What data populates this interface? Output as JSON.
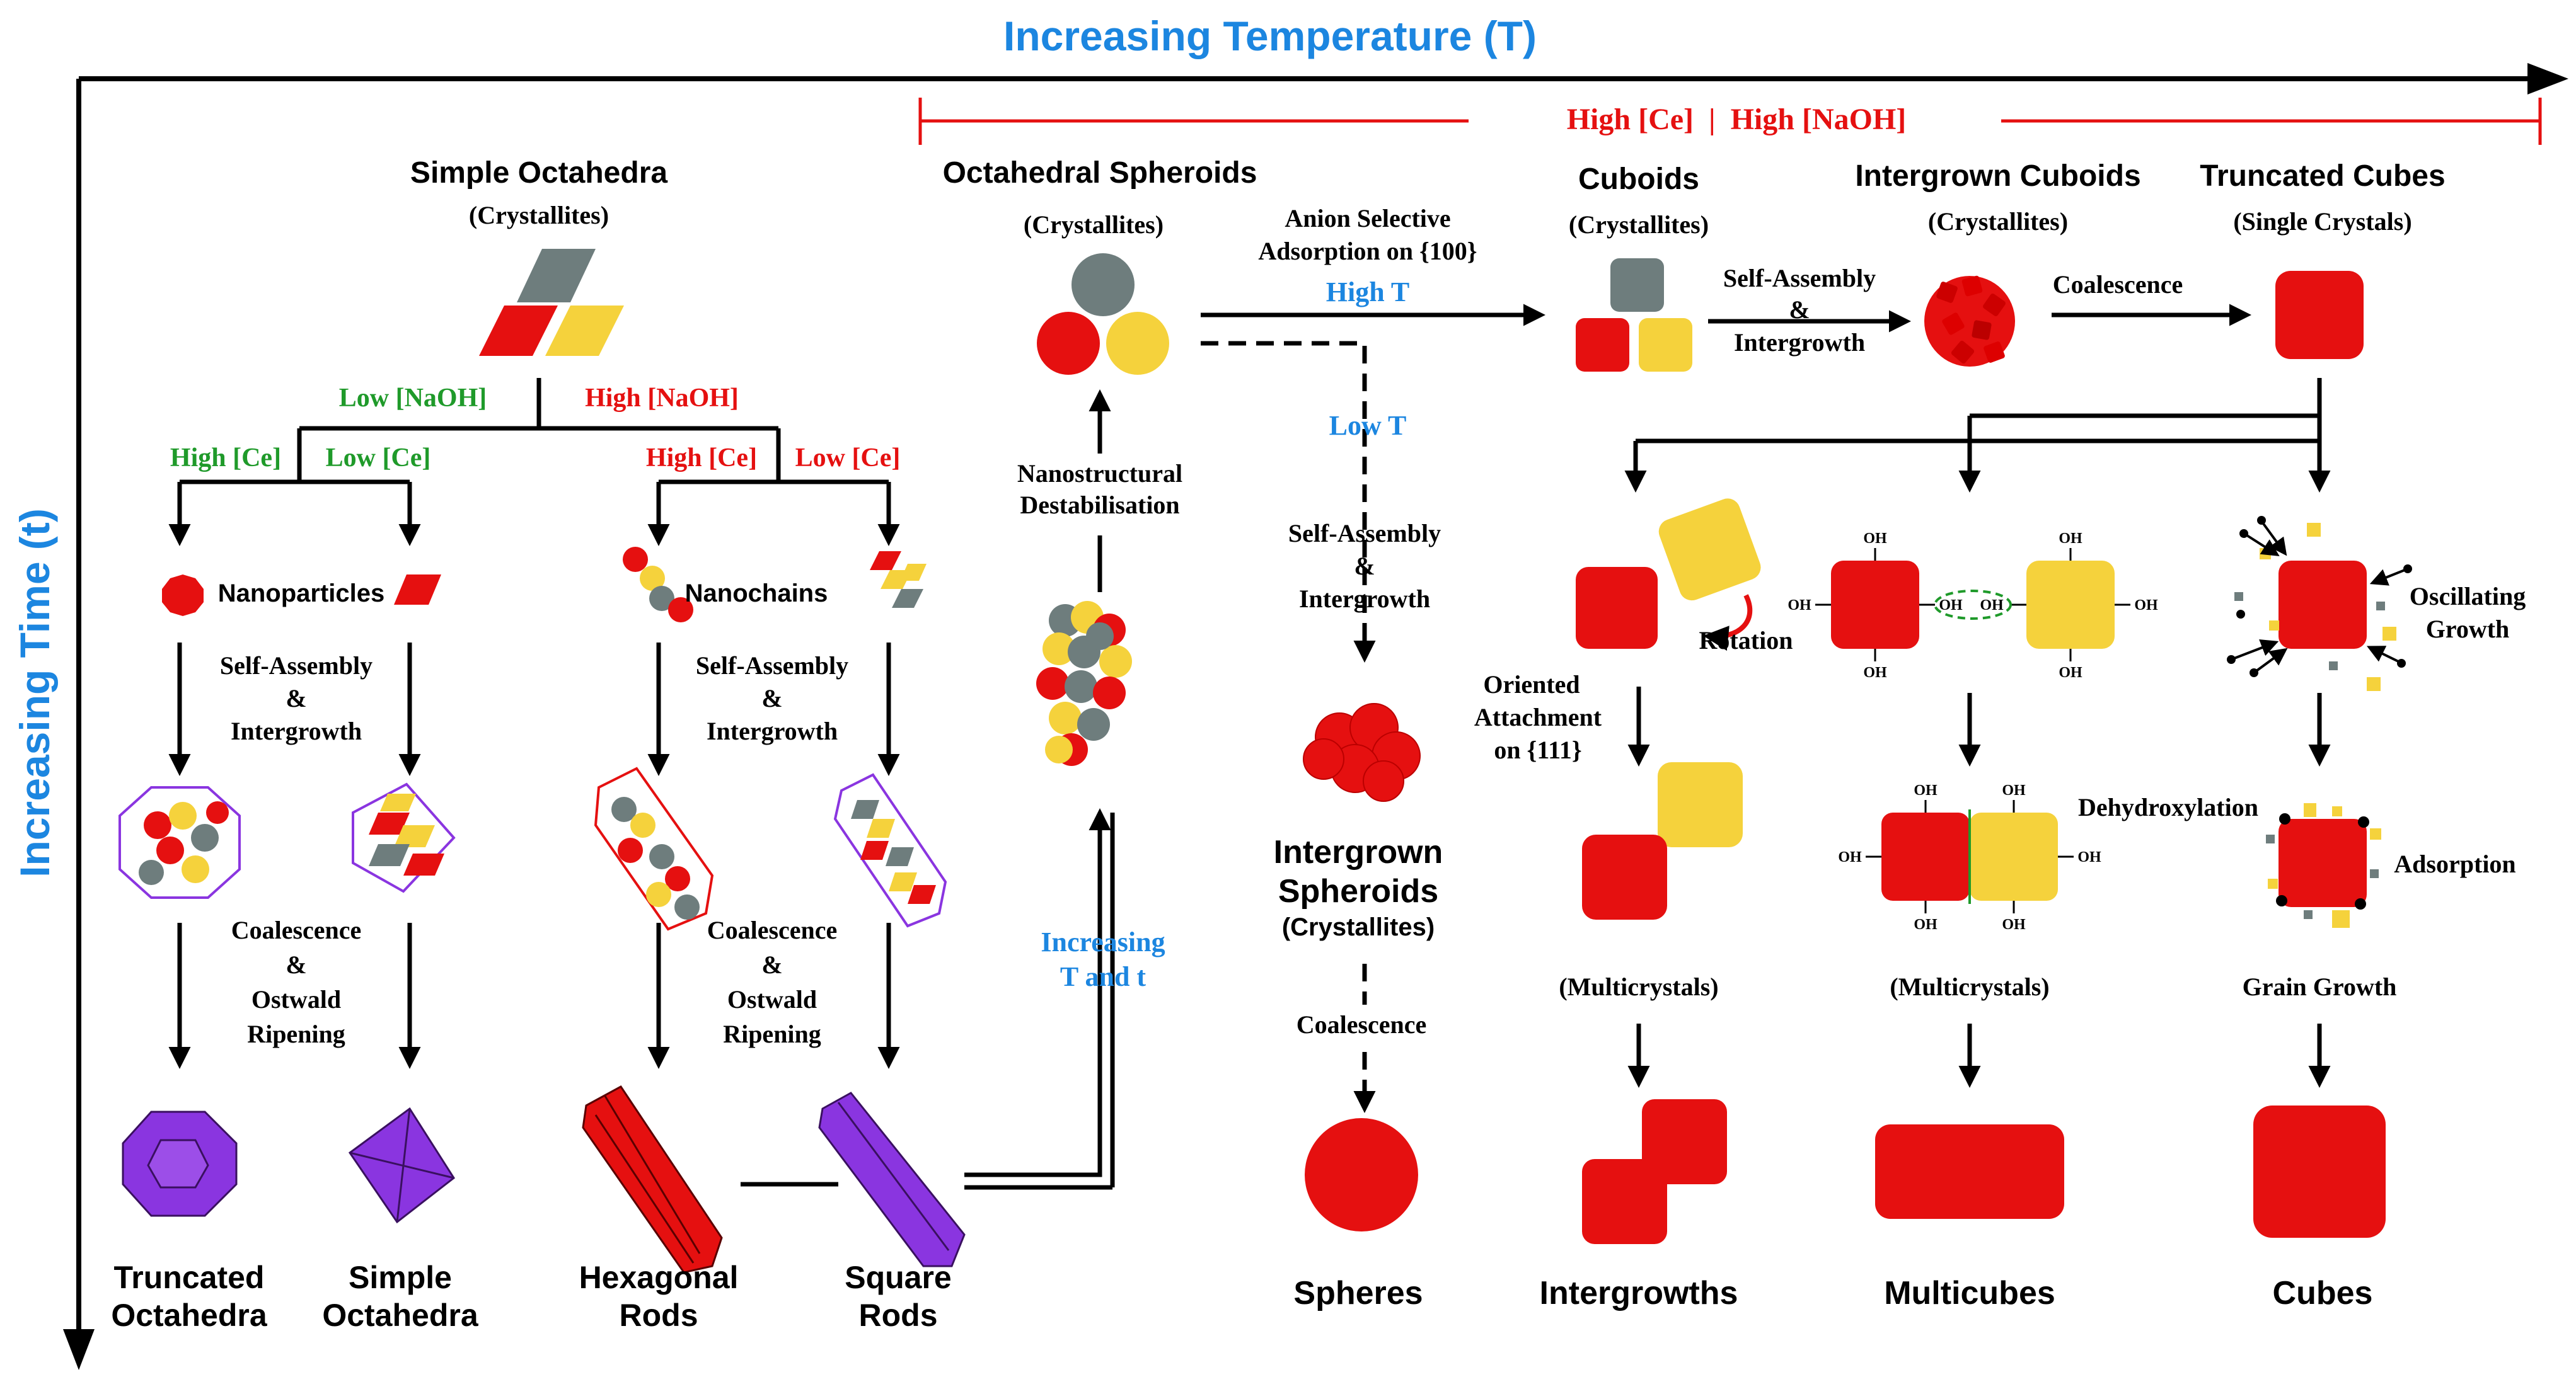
{
  "axes": {
    "temperature": "Increasing Temperature (T)",
    "time": "Increasing Time (t)"
  },
  "conditions": {
    "high_ce_high_naoh": "High [Ce]  |  High [NaOH]",
    "low_naoh": "Low [NaOH]",
    "high_naoh": "High [NaOH]",
    "high_ce_left": "High [Ce]",
    "low_ce_left": "Low [Ce]",
    "high_ce_right": "High [Ce]",
    "low_ce_right": "Low [Ce]",
    "high_t": "High T",
    "low_t": "Low T",
    "increasing_t_and_t": [
      "Increasing",
      "T and t"
    ]
  },
  "nodes": {
    "simple_octahedra_top": "Simple Octahedra",
    "crystallites": "(Crystallites)",
    "single_crystals": "(Single Crystals)",
    "nanoparticles": "Nanoparticles",
    "nanochains": "Nanochains",
    "octahedral_spheroids": "Octahedral Spheroids",
    "cuboids": "Cuboids",
    "intergrown_cuboids": "Intergrown Cuboids",
    "truncated_cubes": "Truncated Cubes",
    "intergrown_spheroids": [
      "Intergrown",
      "Spheroids"
    ],
    "multicrystals": "(Multicrystals)"
  },
  "processes": {
    "self_assembly": [
      "Self-Assembly",
      "&",
      "Intergrowth"
    ],
    "coalescence_ostwald": [
      "Coalescence",
      "&",
      "Ostwald",
      "Ripening"
    ],
    "nanostructural": [
      "Nanostructural",
      "Destabilisation"
    ],
    "anion_selective": [
      "Anion Selective",
      "Adsorption on {100}"
    ],
    "coalescence": "Coalescence",
    "rotation": "Rotation",
    "oriented_attachment": [
      "Oriented",
      "Attachment",
      "on {111}"
    ],
    "dehydroxylation": "Dehydroxylation",
    "oscillating_growth": [
      "Oscillating",
      "Growth"
    ],
    "adsorption": "Adsorption",
    "grain_growth": "Grain Growth",
    "oh_label": "OH"
  },
  "products": {
    "truncated_octahedra": [
      "Truncated",
      "Octahedra"
    ],
    "simple_octahedra": [
      "Simple",
      "Octahedra"
    ],
    "hexagonal_rods": [
      "Hexagonal",
      "Rods"
    ],
    "square_rods": [
      "Square",
      "Rods"
    ],
    "spheres": "Spheres",
    "intergrowths": "Intergrowths",
    "multicubes": "Multicubes",
    "cubes": "Cubes"
  },
  "colors": {
    "blue_text": "#1c86e0",
    "green_text": "#1f9a2a",
    "red": "#e51010",
    "yellow": "#f5d23c",
    "grey": "#6e7d7d",
    "purple": "#8a35e0"
  }
}
